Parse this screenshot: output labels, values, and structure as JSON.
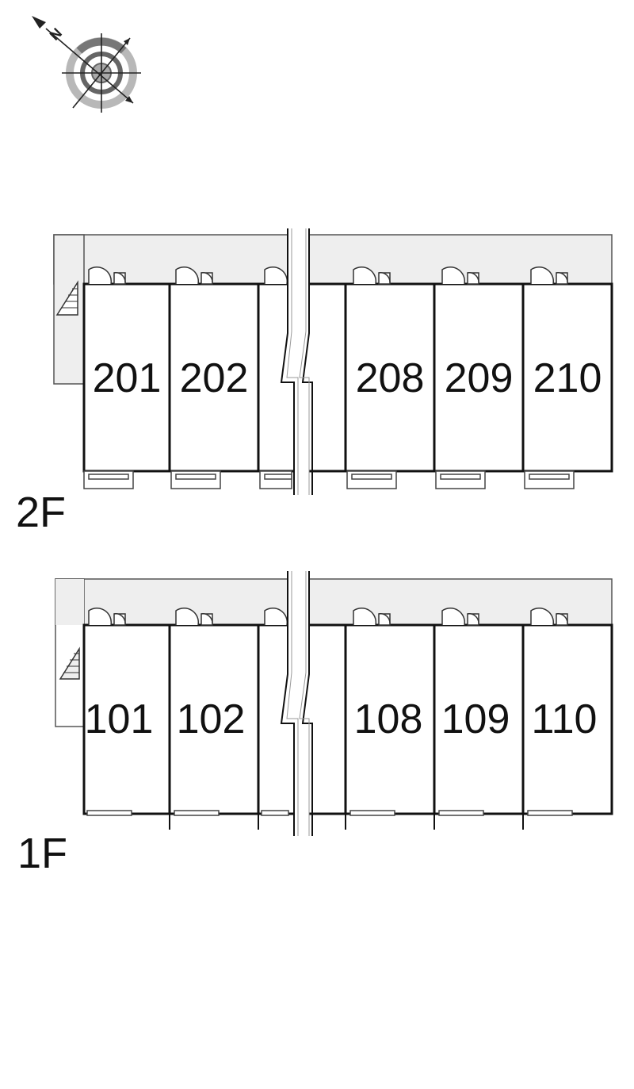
{
  "compass": {
    "north_letter": "N",
    "icon": "compass-rose-icon"
  },
  "floors": [
    {
      "label": "2F",
      "units": [
        "201",
        "202",
        "208",
        "209",
        "210"
      ]
    },
    {
      "label": "1F",
      "units": [
        "101",
        "102",
        "108",
        "109",
        "110"
      ]
    }
  ],
  "colors": {
    "corridor": "#eeeeee",
    "wall": "#111111",
    "line": "#555555"
  }
}
